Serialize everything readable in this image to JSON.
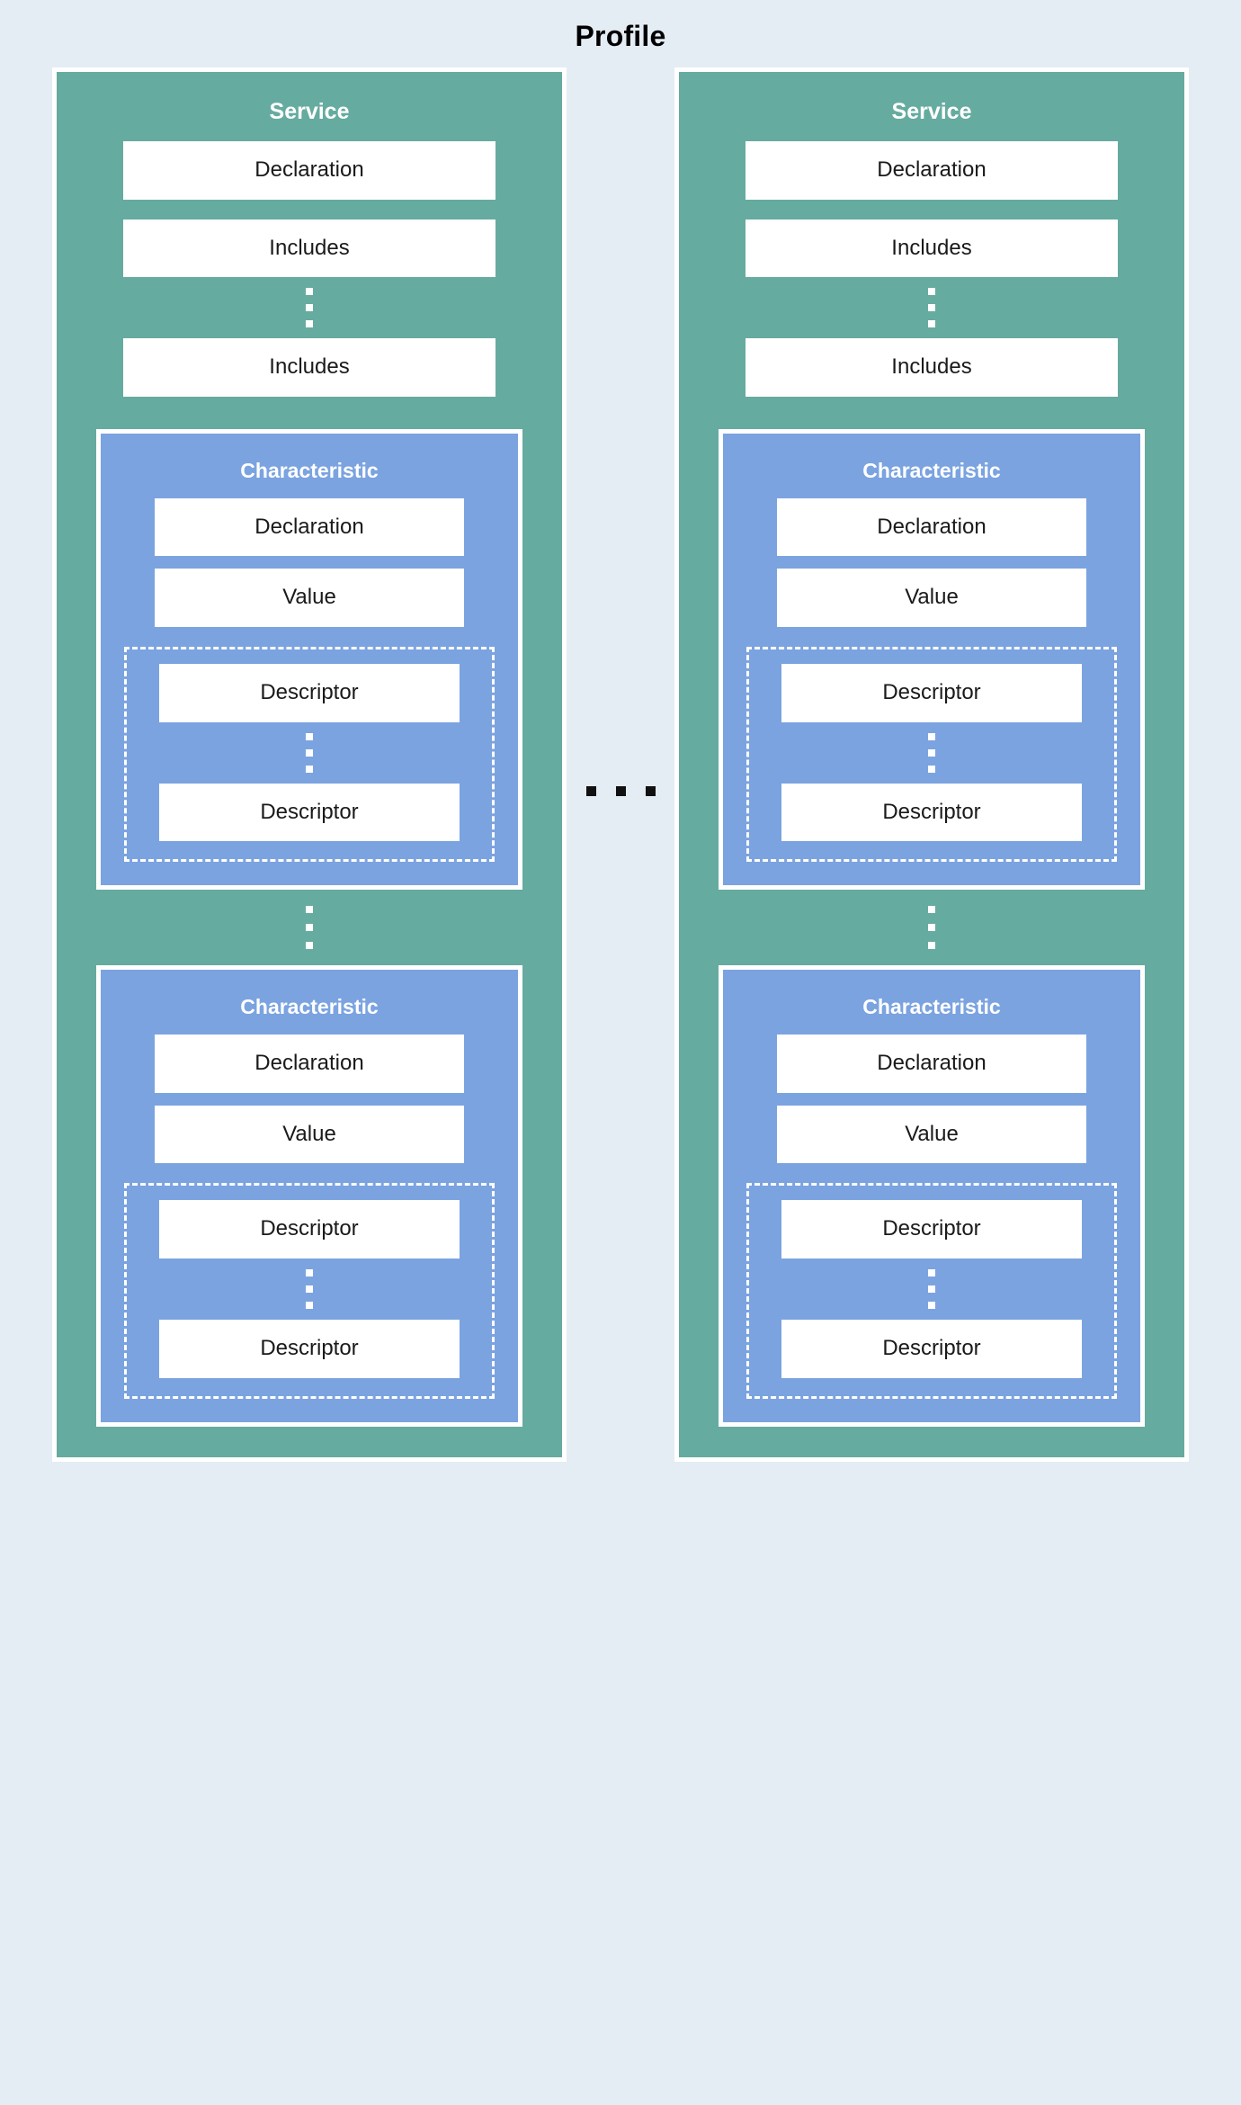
{
  "title": "Profile",
  "colors": {
    "background": "#e4ecf4",
    "service": "#66ab9f",
    "characteristic": "#7ba3e0",
    "box": "#ffffff",
    "text": "#1a1a1a",
    "title_text": "#000000"
  },
  "labels": {
    "service": "Service",
    "declaration": "Declaration",
    "includes": "Includes",
    "characteristic": "Characteristic",
    "value": "Value",
    "descriptor": "Descriptor"
  },
  "services": [
    {
      "title": "Service",
      "items": [
        {
          "label": "Declaration",
          "kind": "box"
        },
        {
          "label": "Includes",
          "kind": "box"
        },
        {
          "kind": "v-ellipsis"
        },
        {
          "label": "Includes",
          "kind": "box"
        }
      ],
      "characteristics": [
        {
          "title": "Characteristic",
          "items": [
            {
              "label": "Declaration",
              "kind": "box"
            },
            {
              "label": "Value",
              "kind": "box"
            }
          ],
          "descriptors": [
            {
              "label": "Descriptor",
              "kind": "box"
            },
            {
              "kind": "v-ellipsis"
            },
            {
              "label": "Descriptor",
              "kind": "box"
            }
          ]
        },
        {
          "title": "Characteristic",
          "items": [
            {
              "label": "Declaration",
              "kind": "box"
            },
            {
              "label": "Value",
              "kind": "box"
            }
          ],
          "descriptors": [
            {
              "label": "Descriptor",
              "kind": "box"
            },
            {
              "kind": "v-ellipsis"
            },
            {
              "label": "Descriptor",
              "kind": "box"
            }
          ]
        }
      ]
    },
    {
      "title": "Service",
      "items": [
        {
          "label": "Declaration",
          "kind": "box"
        },
        {
          "label": "Includes",
          "kind": "box"
        },
        {
          "kind": "v-ellipsis"
        },
        {
          "label": "Includes",
          "kind": "box"
        }
      ],
      "characteristics": [
        {
          "title": "Characteristic",
          "items": [
            {
              "label": "Declaration",
              "kind": "box"
            },
            {
              "label": "Value",
              "kind": "box"
            }
          ],
          "descriptors": [
            {
              "label": "Descriptor",
              "kind": "box"
            },
            {
              "kind": "v-ellipsis"
            },
            {
              "label": "Descriptor",
              "kind": "box"
            }
          ]
        },
        {
          "title": "Characteristic",
          "items": [
            {
              "label": "Declaration",
              "kind": "box"
            },
            {
              "label": "Value",
              "kind": "box"
            }
          ],
          "descriptors": [
            {
              "label": "Descriptor",
              "kind": "box"
            },
            {
              "kind": "v-ellipsis"
            },
            {
              "label": "Descriptor",
              "kind": "box"
            }
          ]
        }
      ]
    }
  ],
  "column_separator": {
    "kind": "h-ellipsis",
    "dots": 3
  }
}
